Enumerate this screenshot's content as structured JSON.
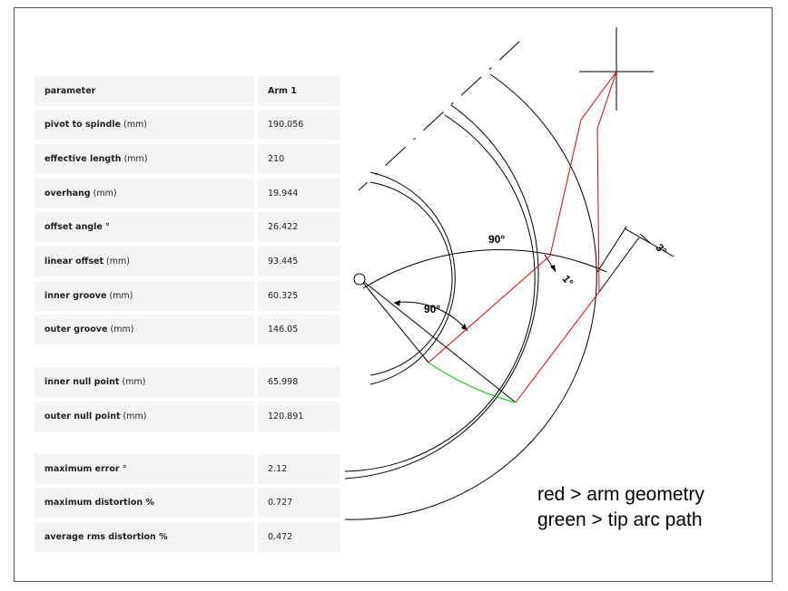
{
  "table": {
    "header": {
      "param": "parameter",
      "value": "Arm 1"
    },
    "rows": [
      {
        "label": "pivot to spindle",
        "unit": "(mm)",
        "value": "190.056"
      },
      {
        "label": "effective length",
        "unit": "(mm)",
        "value": "210"
      },
      {
        "label": "overhang",
        "unit": "(mm)",
        "value": "19.944"
      },
      {
        "label": "offset angle °",
        "unit": "",
        "value": "26.422"
      },
      {
        "label": "linear offset",
        "unit": "(mm)",
        "value": "93.445"
      },
      {
        "label": "inner groove",
        "unit": "(mm)",
        "value": "60.325"
      },
      {
        "label": "outer groove",
        "unit": "(mm)",
        "value": "146.05"
      },
      {
        "label": "inner null point",
        "unit": "(mm)",
        "value": "65.998"
      },
      {
        "label": "outer null point",
        "unit": "(mm)",
        "value": "120.891"
      },
      {
        "label": "maximum error °",
        "unit": "",
        "value": "2.12"
      },
      {
        "label": "maximum distortion %",
        "unit": "",
        "value": "0.727"
      },
      {
        "label": "average rms distortion %",
        "unit": "",
        "value": "0.472"
      }
    ]
  },
  "diagram": {
    "angle_label_large": "90°",
    "angle_label_small": "90°",
    "angle_label_1deg": "1°",
    "angle_label_3deg": "3°",
    "colors": {
      "arm": "#e00000",
      "tip_arc": "#22cc22",
      "lines": "#000000"
    }
  },
  "legend": {
    "red": "red > arm geometry",
    "green": "green >  tip arc path"
  }
}
